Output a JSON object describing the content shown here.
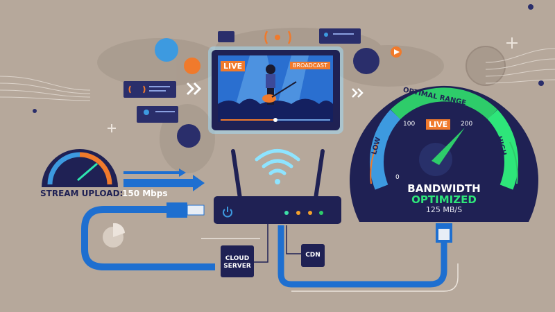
{
  "tv": {
    "live_label": "LIVE",
    "broadcast_label": "BROADCAST",
    "progress": 0.5
  },
  "upload_gauge": {
    "label": "STREAM UPLOAD:",
    "value": "150 Mbps"
  },
  "bandwidth_gauge": {
    "zone_low": "LOW",
    "zone_optimal": "OPTIMAL RANGE",
    "zone_high": "HIGH",
    "tick_0": "0",
    "tick_100": "100",
    "tick_200": "200",
    "live_label": "LIVE",
    "title": "BANDWIDTH",
    "status": "OPTIMIZED",
    "value": "125 MB/S"
  },
  "network": {
    "cloud_server_label": "CLOUD SERVER",
    "cdn_label": "CDN"
  },
  "colors": {
    "background": "#b6a89b",
    "navy": "#1f2154",
    "accent_orange": "#f07a2c",
    "cable_blue": "#1e6fd0",
    "optimal_green": "#2ecc6a",
    "low_blue": "#3d9ae0"
  },
  "icons": [
    "wifi-icon",
    "power-icon",
    "broadcast-icon",
    "chat-bubble-icon",
    "user-avatar-icon",
    "globe-icon",
    "play-icon",
    "pie-chart-icon",
    "ethernet-plug-icon"
  ]
}
